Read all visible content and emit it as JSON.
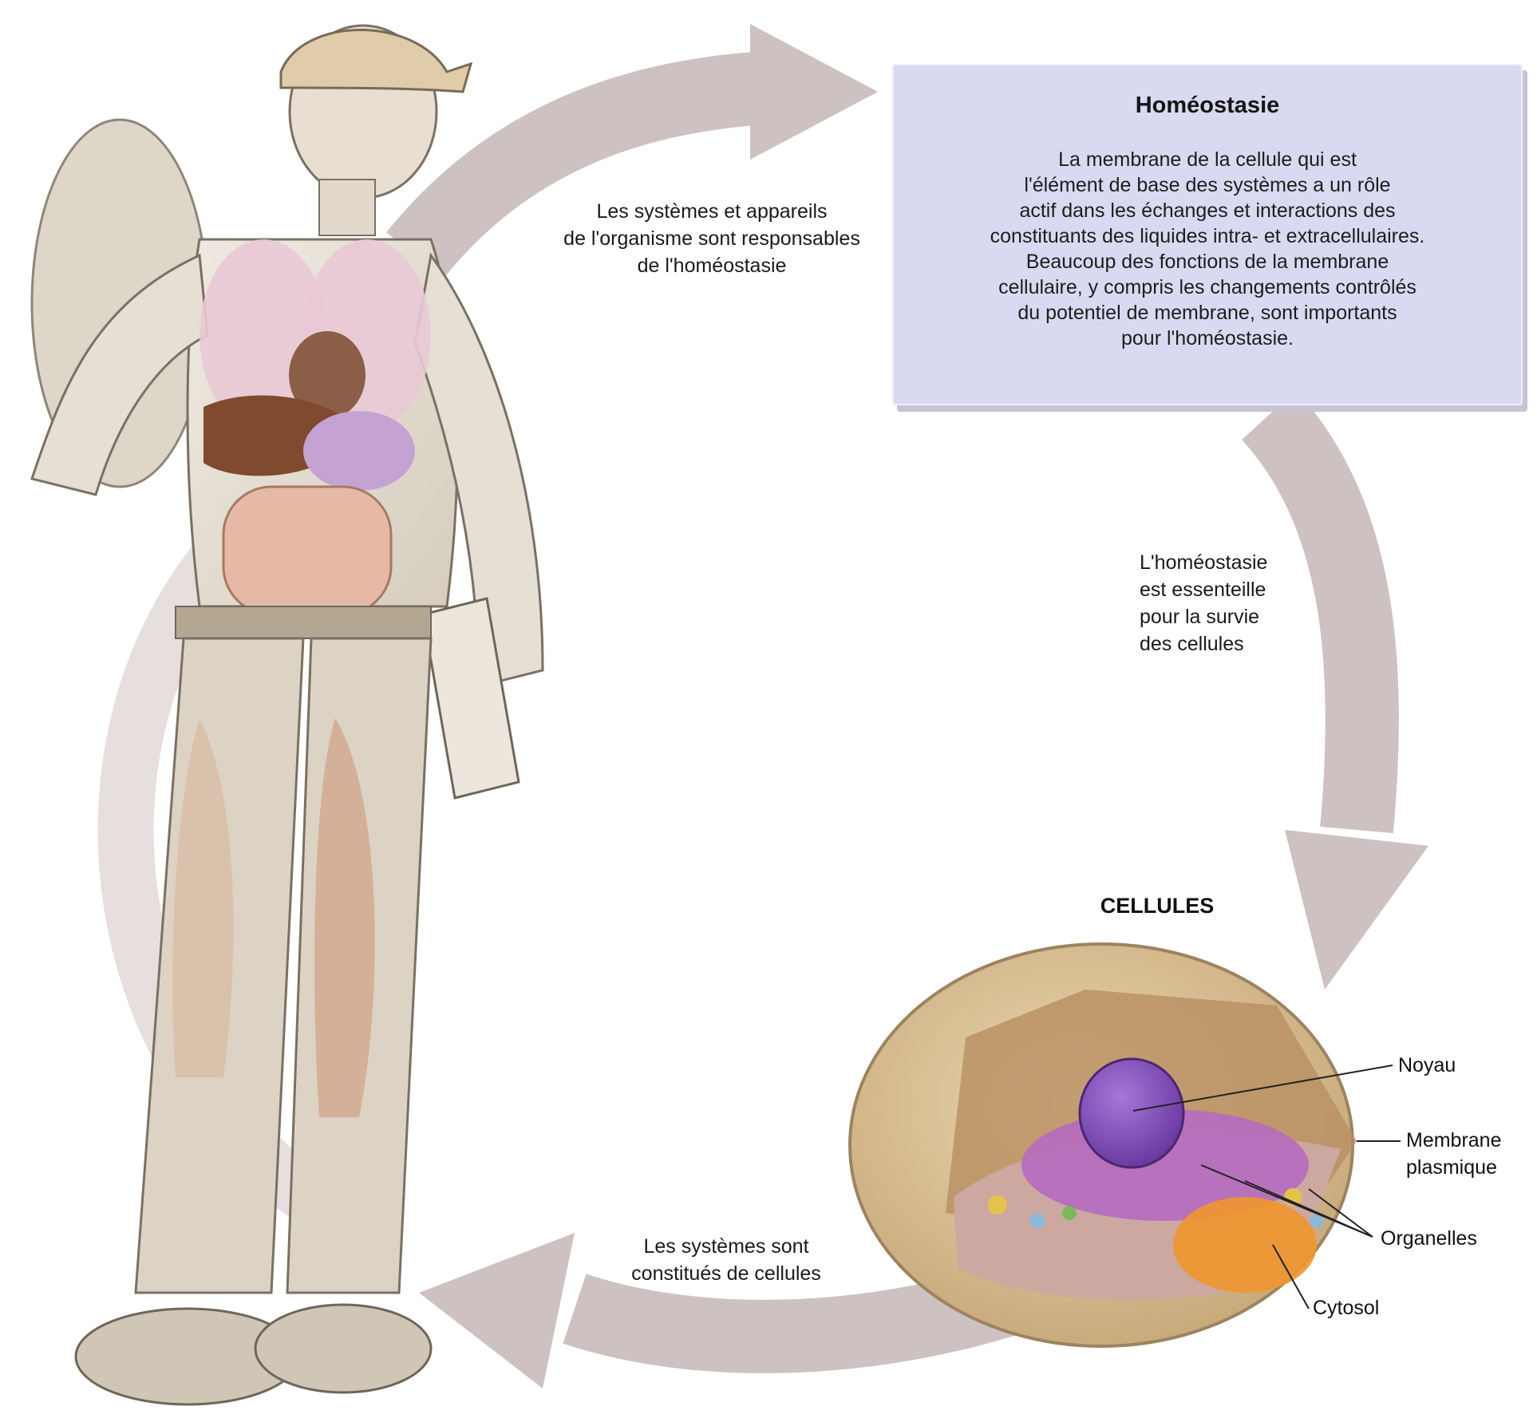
{
  "colors": {
    "arrow": "#cdc1c1",
    "box_fill": "#d9daf1",
    "cell_outer": "#d8c39c",
    "nucleus": "#7b4bb5",
    "er": "#b66ac0",
    "golgi": "#f0962e"
  },
  "label_systems_responsible": {
    "lines": [
      "Les systèmes et appareils",
      "de l'organisme sont responsables",
      "de l'homéostasie"
    ]
  },
  "homeostasis_box": {
    "title": "Homéostasie",
    "lines": [
      "La membrane de la cellule qui est",
      "l'élément de base des systèmes a un rôle",
      "actif dans les échanges et interactions des",
      "constituants des liquides intra- et extracellulaires.",
      "Beaucoup des fonctions de la membrane",
      "cellulaire, y compris les changements contrôlés",
      "du potentiel de membrane, sont importants",
      "pour l'homéostasie."
    ]
  },
  "label_survival": {
    "lines": [
      "L'homéostasie",
      "est essenteille",
      "pour la survie",
      "des cellules"
    ]
  },
  "cells_title": "CELLULES",
  "label_systems_made_of_cells": {
    "lines": [
      "Les systèmes sont",
      "constitués de cellules"
    ]
  },
  "callouts": {
    "nucleus": "Noyau",
    "membrane": [
      "Membrane",
      "plasmique"
    ],
    "organelles": "Organelles",
    "cytosol": "Cytosol"
  },
  "icons": {
    "human_figure": "human-anatomy-figure-icon",
    "cell": "cell-cutaway-icon"
  }
}
